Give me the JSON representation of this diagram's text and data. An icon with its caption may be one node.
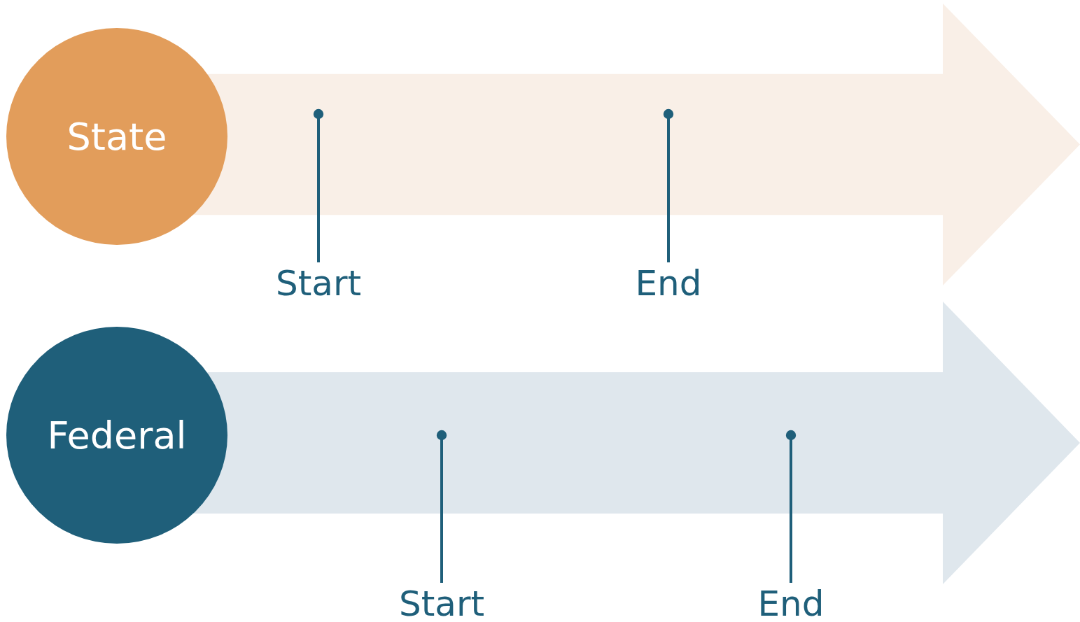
{
  "diagram": {
    "nodes": [
      {
        "text": [],
        "shape": "arrow"
      },
      {
        "text": [
          "State"
        ]
      },
      {
        "text": [
          "Start"
        ]
      },
      {
        "text": [
          "End"
        ]
      },
      {
        "text": [],
        "shape": "arrow"
      },
      {
        "text": [
          "Federal"
        ]
      },
      {
        "text": [
          "Start"
        ]
      },
      {
        "text": [
          "End"
        ]
      }
    ],
    "edges": [
      {
        "from": 2,
        "to": 0,
        "arrow": "other"
      },
      {
        "from": 3,
        "to": 0,
        "arrow": "other"
      },
      {
        "from": 6,
        "to": 4,
        "arrow": "other"
      },
      {
        "from": 7,
        "to": 4,
        "arrow": "other"
      }
    ]
  }
}
